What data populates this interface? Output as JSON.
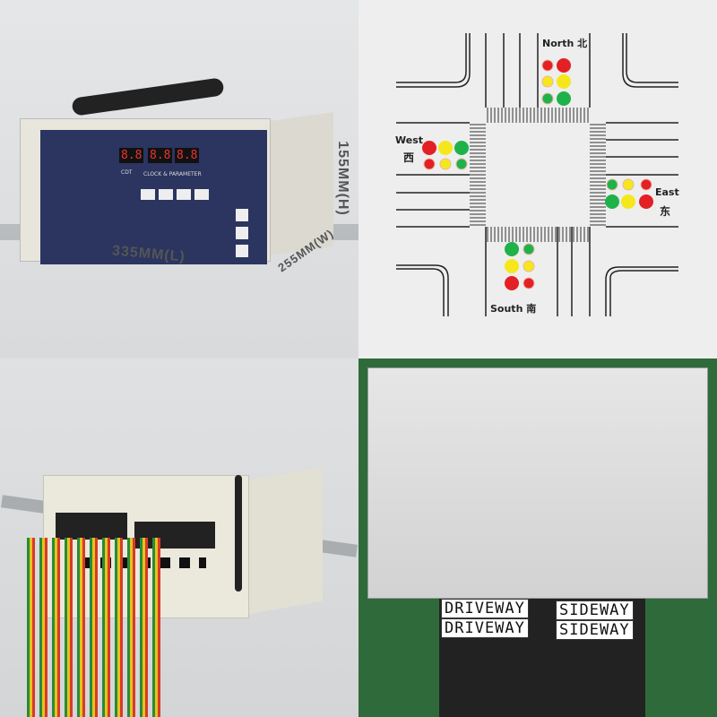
{
  "photo_front": {
    "panel_caption": "CLOCK & PARAMETER",
    "cdt_label": "CDT",
    "led_display": [
      "8.8",
      "8.8",
      "8.8"
    ],
    "dimension_length": "335MM(L)",
    "dimension_height": "155MM(H)",
    "dimension_width": "255MM(W)"
  },
  "diagram": {
    "north": "North 北",
    "west": "West",
    "west_cn": "西",
    "east": "East",
    "east_cn": "东",
    "south": "South 南",
    "colors": {
      "red": "#e32024",
      "yellow": "#f6e71c",
      "green": "#1fb24a"
    }
  },
  "photo_rear": {},
  "photo_box": {
    "labels": [
      "DRIVEWAY",
      "DRIVEWAY",
      "SIDEWAY",
      "SIDEWAY"
    ]
  }
}
